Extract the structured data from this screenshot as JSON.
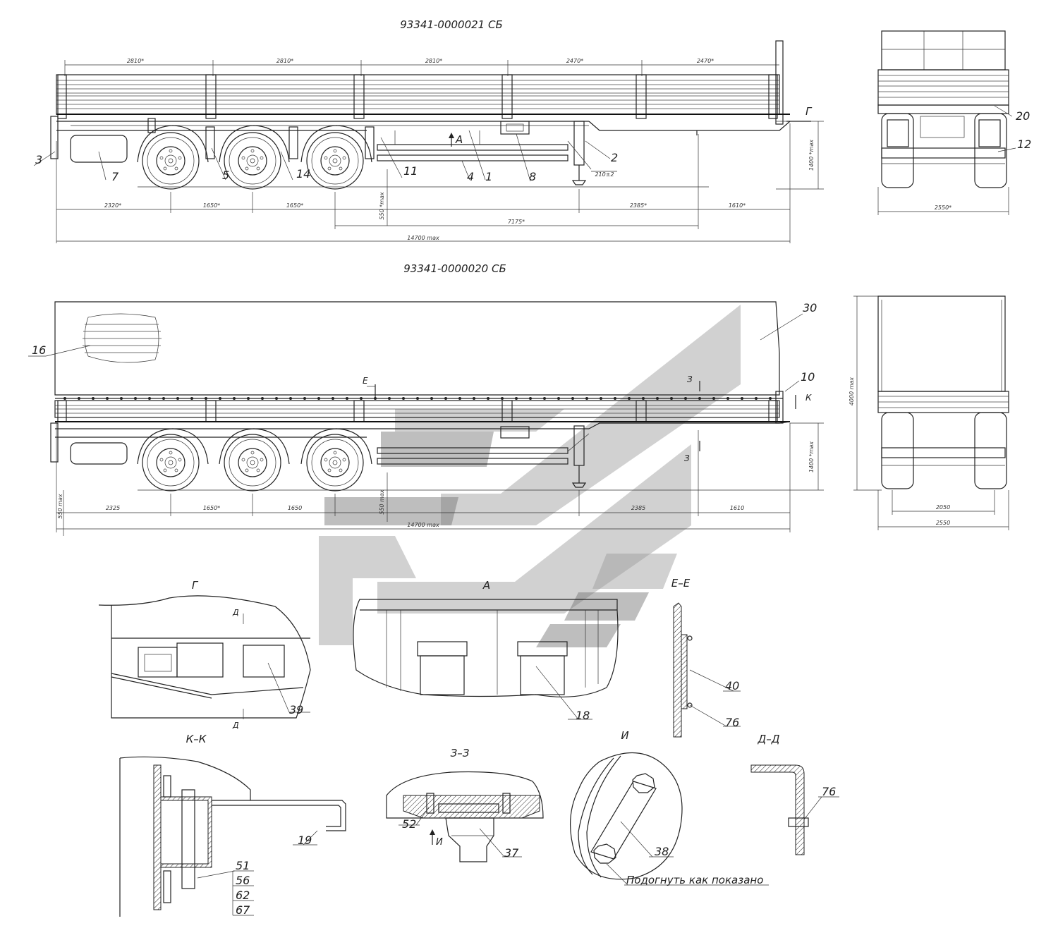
{
  "titles": {
    "top_view": "93341-0000021 СБ",
    "bottom_view": "93341-0000020 СБ"
  },
  "top_dims": {
    "sections": [
      "2810*",
      "2810*",
      "2810*",
      "2470*",
      "2470*"
    ],
    "bottom": [
      "2320*",
      "1650*",
      "1650*",
      "2385*",
      "1610*"
    ],
    "wheelbase": "7175*",
    "overall": "14700 max",
    "height": "1400 *max",
    "ground": "550 *max",
    "jack": "210±2",
    "rear_width": "2550*"
  },
  "bottom_dims": {
    "bottom": [
      "2325",
      "1650*",
      "1650",
      "2385",
      "1610"
    ],
    "overall": "14700 max",
    "height": "1400 *max",
    "ground_left": "550 max",
    "ground_mid": "550 max",
    "rear_height": "4000 max",
    "rear_inner": "2050",
    "rear_width": "2550"
  },
  "callouts_top": [
    "3",
    "7",
    "5",
    "14",
    "11",
    "4",
    "1",
    "8",
    "2",
    "20",
    "12"
  ],
  "callout_A_label": "A",
  "callout_G_label": "Г",
  "callouts_bottom": [
    "16",
    "30",
    "10"
  ],
  "section_marks": {
    "E": "Е",
    "Z_top": "З",
    "Z_bottom": "З",
    "K": "К"
  },
  "details": {
    "G": {
      "title": "Г",
      "callout": "39",
      "cut": "Д"
    },
    "A": {
      "title": "А",
      "callout": "18"
    },
    "EE": {
      "title": "Е–Е",
      "callouts": [
        "40",
        "76"
      ]
    },
    "KK": {
      "title": "К–К",
      "callouts": [
        "19",
        "51",
        "56",
        "62",
        "67"
      ]
    },
    "ZZ": {
      "title": "З–З",
      "callouts": [
        "52",
        "37"
      ],
      "view": "И"
    },
    "I": {
      "title": "И",
      "callout": "38",
      "note": "Подогнуть как показано"
    },
    "DD": {
      "title": "Д–Д",
      "callout": "76"
    }
  }
}
